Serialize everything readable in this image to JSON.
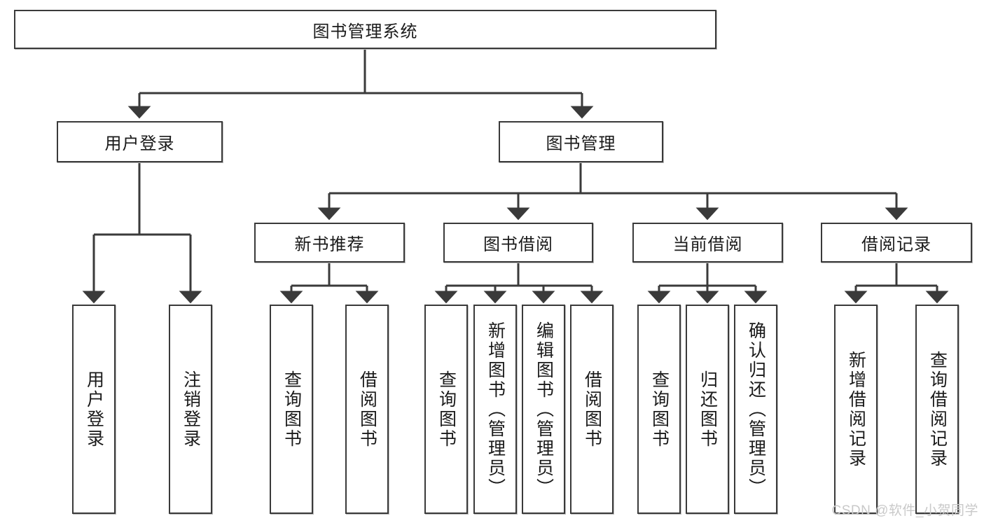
{
  "diagram": {
    "type": "tree-hierarchy-chart",
    "title_node": {
      "label": "图书管理系统"
    },
    "level2": [
      {
        "id": "user-login",
        "label": "用户登录"
      },
      {
        "id": "book-management",
        "label": "图书管理"
      }
    ],
    "level3": [
      {
        "id": "new-book-recommend",
        "label": "新书推荐",
        "parent": "book-management"
      },
      {
        "id": "book-borrow",
        "label": "图书借阅",
        "parent": "book-management"
      },
      {
        "id": "current-borrow",
        "label": "当前借阅",
        "parent": "book-management"
      },
      {
        "id": "borrow-record",
        "label": "借阅记录",
        "parent": "book-management"
      }
    ],
    "leaves": [
      {
        "id": "leaf-user-login",
        "label": "用户登录",
        "parent": "user-login"
      },
      {
        "id": "leaf-logout-login",
        "label": "注销登录",
        "parent": "user-login"
      },
      {
        "id": "leaf-query-book-1",
        "label": "查询图书",
        "parent": "new-book-recommend"
      },
      {
        "id": "leaf-borrow-book-1",
        "label": "借阅图书",
        "parent": "new-book-recommend"
      },
      {
        "id": "leaf-query-book-2",
        "label": "查询图书",
        "parent": "book-borrow"
      },
      {
        "id": "leaf-add-book-admin",
        "label": "新增图书（管理员）",
        "parent": "book-borrow"
      },
      {
        "id": "leaf-edit-book-admin",
        "label": "编辑图书（管理员）",
        "parent": "book-borrow"
      },
      {
        "id": "leaf-borrow-book-2",
        "label": "借阅图书",
        "parent": "book-borrow"
      },
      {
        "id": "leaf-query-book-3",
        "label": "查询图书",
        "parent": "current-borrow"
      },
      {
        "id": "leaf-return-book",
        "label": "归还图书",
        "parent": "current-borrow"
      },
      {
        "id": "leaf-confirm-return-admin",
        "label": "确认归还（管理员）",
        "parent": "current-borrow"
      },
      {
        "id": "leaf-add-borrow-record",
        "label": "新增借阅记录",
        "parent": "borrow-record"
      },
      {
        "id": "leaf-query-borrow-record",
        "label": "查询借阅记录",
        "parent": "borrow-record"
      }
    ],
    "watermark": "CSDN @软件_小贺同学",
    "colors": {
      "border": "#3a3a3a",
      "background": "#ffffff",
      "text": "#1a1a1a",
      "edge": "#3a3a3a",
      "watermark": "#c9c9c9"
    }
  }
}
